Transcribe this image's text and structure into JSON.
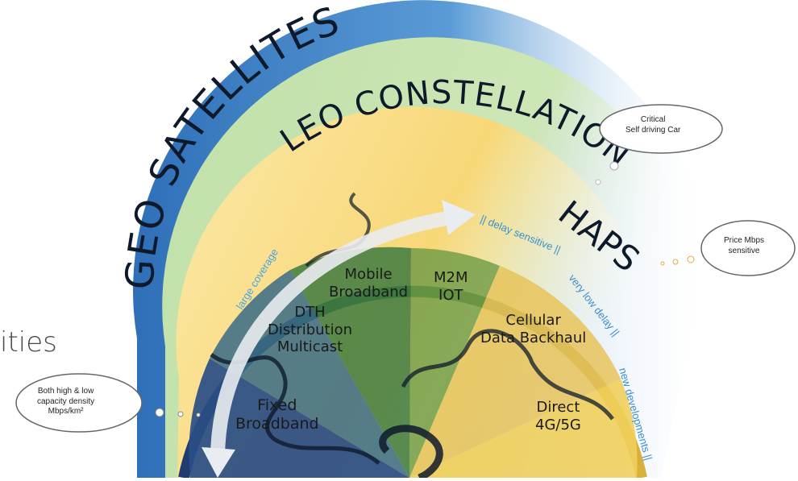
{
  "arcs": {
    "outer": "GEO SATELLITES",
    "middle": "LEO CONSTELLATIONS",
    "inner": "HAPS"
  },
  "side_text": "ities",
  "sectors": {
    "fixed": [
      "Fixed",
      "Broadband"
    ],
    "dth": [
      "DTH",
      "Distribution",
      "Multicast"
    ],
    "mobile": [
      "Mobile",
      "Broadband"
    ],
    "m2m": [
      "M2M",
      "IOT"
    ],
    "cellular": [
      "Cellular",
      "Data Backhaul"
    ],
    "direct": [
      "Direct",
      "4G/5G"
    ]
  },
  "arrow_labels": {
    "large_coverage": "large coverage",
    "delay_sensitive": "|| delay sensitive ||",
    "very_low_delay": "very low delay ||",
    "new_developments": "new developments ||"
  },
  "bubbles": {
    "left": [
      "Both high & low",
      "capacity density",
      "Mbps/km²"
    ],
    "top_right": [
      "Critical",
      "Self driving Car"
    ],
    "right": [
      "Price Mbps",
      "sensitive"
    ]
  },
  "colors": {
    "geo_blue": "#3d7fc9",
    "leo_green": "#a9cf8f",
    "haps_yellow": "#f7cc55",
    "dark_blue": "#1f3d73",
    "dark_green": "#2f6a3a",
    "accent_text_blue": "#3a8fd0"
  }
}
